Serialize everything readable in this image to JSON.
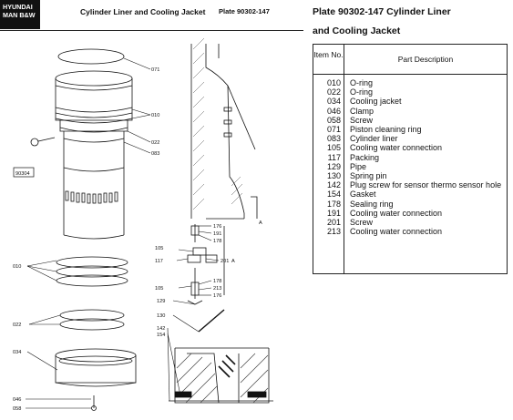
{
  "brand": {
    "line1": "HYUNDAI",
    "line2": "MAN B&W"
  },
  "header": {
    "title": "Cylinder Liner and Cooling Jacket",
    "plate": "Plate 90302-147"
  },
  "drawing": {
    "callouts": {
      "c071": "071",
      "c010a": "010",
      "c022a": "022",
      "c083": "083",
      "ref": "90304",
      "c010b": "010",
      "c022b": "022",
      "c034": "034",
      "c046": "046",
      "c058": "058",
      "c176a": "176",
      "c191": "191",
      "c178a": "178",
      "c105a": "105",
      "c117": "117",
      "c201": "201",
      "arrowA": "A",
      "c105b": "105",
      "c178b": "178",
      "c213": "213",
      "c176b": "176",
      "c129": "129",
      "c130": "130",
      "c142": "142",
      "c154": "154",
      "sectionA": "A"
    }
  },
  "parts_table": {
    "title_line1": "Plate 90302-147  Cylinder Liner",
    "title_line2": "and Cooling Jacket",
    "col_item": "Item No.",
    "col_desc": "Part Description",
    "rows": [
      {
        "item": "010",
        "desc": "O-ring"
      },
      {
        "item": "022",
        "desc": "O-ring"
      },
      {
        "item": "034",
        "desc": "Cooling jacket"
      },
      {
        "item": "046",
        "desc": "Clamp"
      },
      {
        "item": "058",
        "desc": "Screw"
      },
      {
        "item": "071",
        "desc": "Piston cleaning ring"
      },
      {
        "item": "083",
        "desc": "Cylinder liner"
      },
      {
        "item": "105",
        "desc": "Cooling water connection"
      },
      {
        "item": "117",
        "desc": "Packing"
      },
      {
        "item": "129",
        "desc": "Pipe"
      },
      {
        "item": "130",
        "desc": "Spring pin"
      },
      {
        "item": "142",
        "desc": "Plug screw for sensor thermo sensor hole"
      },
      {
        "item": "154",
        "desc": "Gasket"
      },
      {
        "item": "178",
        "desc": "Sealing ring"
      },
      {
        "item": "191",
        "desc": "Cooling water connection"
      },
      {
        "item": "201",
        "desc": "Screw"
      },
      {
        "item": "213",
        "desc": "Cooling water connection"
      }
    ]
  }
}
